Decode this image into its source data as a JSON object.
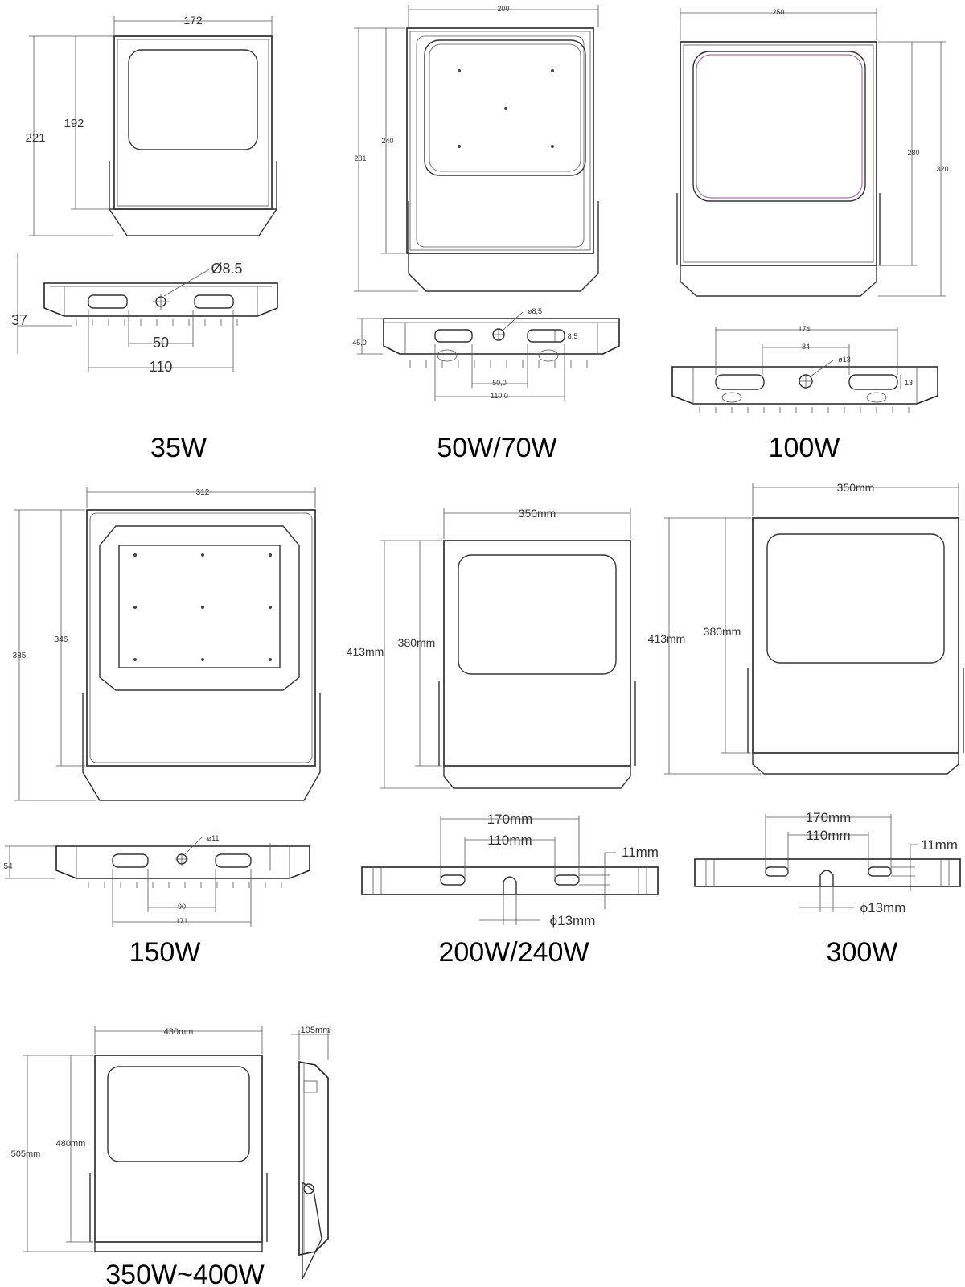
{
  "titles": {
    "w35": "35W",
    "w50": "50W/70W",
    "w100": "100W",
    "w150": "150W",
    "w200": "200W/240W",
    "w300": "300W",
    "w350": "350W~400W"
  },
  "dims": {
    "w35": {
      "width": "172",
      "height_outer": "221",
      "height_inner": "192",
      "hole": "Ø8.5",
      "depth": "37",
      "spacing_inner": "50",
      "spacing_outer": "110"
    },
    "w50": {
      "width": "200",
      "height_outer": "281",
      "height_inner": "240",
      "hole": "ø8,5",
      "slot": "8,5",
      "depth": "45,0",
      "spacing_inner": "50,0",
      "spacing_outer": "110,0"
    },
    "w100": {
      "width": "250",
      "height_outer": "320",
      "height_inner": "280",
      "spacing_outer": "174",
      "spacing_inner": "84",
      "hole": "ø13",
      "slot": "13"
    },
    "w150": {
      "width": "312",
      "height_outer": "385",
      "height_inner": "346",
      "depth": "54",
      "hole": "ø11",
      "spacing_inner": "90",
      "spacing_outer": "171"
    },
    "w200": {
      "width": "350mm",
      "height_outer": "413mm",
      "height_inner": "380mm",
      "spacing_outer": "170mm",
      "spacing_inner": "110mm",
      "slot": "11mm",
      "hole": "ϕ13mm"
    },
    "w300": {
      "width": "350mm",
      "height_outer": "413mm",
      "height_inner": "380mm",
      "spacing_outer": "170mm",
      "spacing_inner": "110mm",
      "slot": "11mm",
      "hole": "ϕ13mm"
    },
    "w350": {
      "width": "430mm",
      "depth": "105mm",
      "height_outer": "505mm",
      "height_inner": "480mm"
    }
  }
}
